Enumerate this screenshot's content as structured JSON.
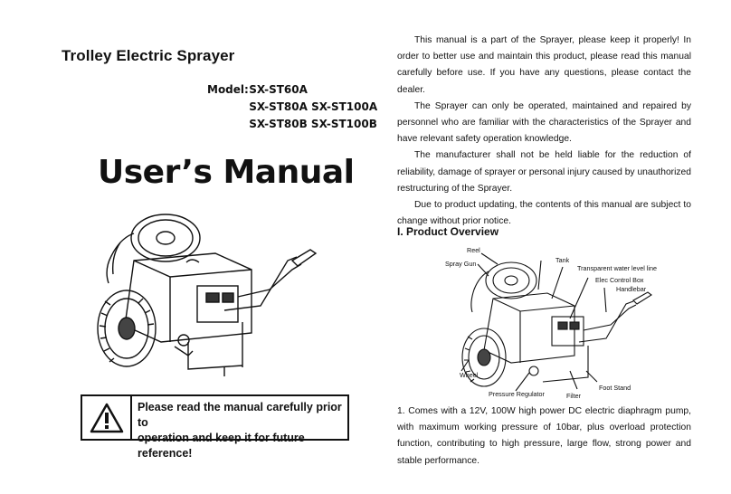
{
  "left": {
    "title": "Trolley Electric Sprayer",
    "model_label": "Model:",
    "models": [
      "SX-ST60A",
      "SX-ST80A SX-ST100A",
      "SX-ST80B SX-ST100B"
    ],
    "main_title": "User’s Manual",
    "warning_line1": "Please read the manual carefully prior to",
    "warning_line2": "operation and keep it for future reference!"
  },
  "right": {
    "paragraphs": [
      "This manual is a part of the Sprayer, please keep it properly! In order to better use and maintain this product, please read this manual carefully before use. If you have any questions, please contact the dealer.",
      "The Sprayer can only be operated, maintained and repaired by personnel who are familiar with the characteristics of the Sprayer and have relevant safety operation knowledge.",
      "The manufacturer shall not be held liable for the reduction of reliability, damage of sprayer or personal injury caused by unauthorized restructuring of the Sprayer.",
      "Due to product updating, the contents of this manual are subject to change without prior notice."
    ],
    "section_title": "I. Product Overview",
    "diagram_labels": {
      "reel": "Reel",
      "spray_gun": "Spray Gun",
      "tank": "Tank",
      "level_line": "Transparent water level line",
      "control_box": "Elec Control Box",
      "handlebar": "Handlebar",
      "wheel": "Wheel",
      "foot_stand": "Foot Stand",
      "pressure_regulator": "Pressure Regulator",
      "filter": "Filter"
    },
    "feature_1": "1. Comes with a 12V, 100W high power DC electric diaphragm pump, with maximum working pressure of 10bar, plus overload protection function, contributing to high pressure, large flow, strong power and stable performance."
  }
}
